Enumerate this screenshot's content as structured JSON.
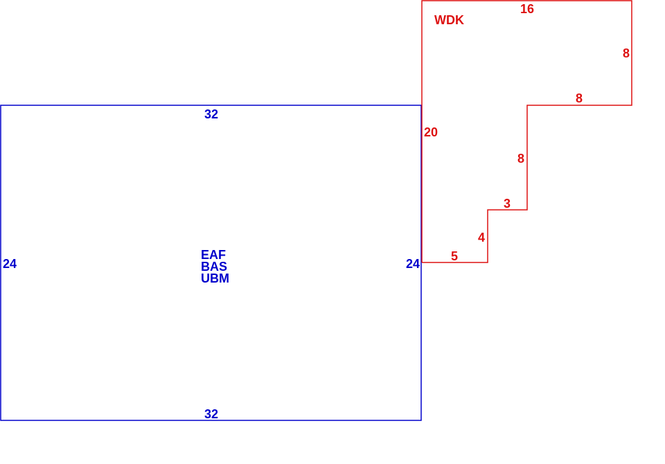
{
  "main_area": {
    "color": "#0000cc",
    "codes": [
      "EAF",
      "BAS",
      "UBM"
    ],
    "dims": {
      "top": "32",
      "bottom": "32",
      "left": "24",
      "right": "24"
    }
  },
  "addition_area": {
    "color": "#dd1111",
    "code": "WDK",
    "dims": {
      "top": "16",
      "right_upper": "8",
      "step_top": "8",
      "left": "20",
      "step_vertical": "8",
      "step_mid": "3",
      "step_lower": "4",
      "bottom": "5"
    }
  }
}
